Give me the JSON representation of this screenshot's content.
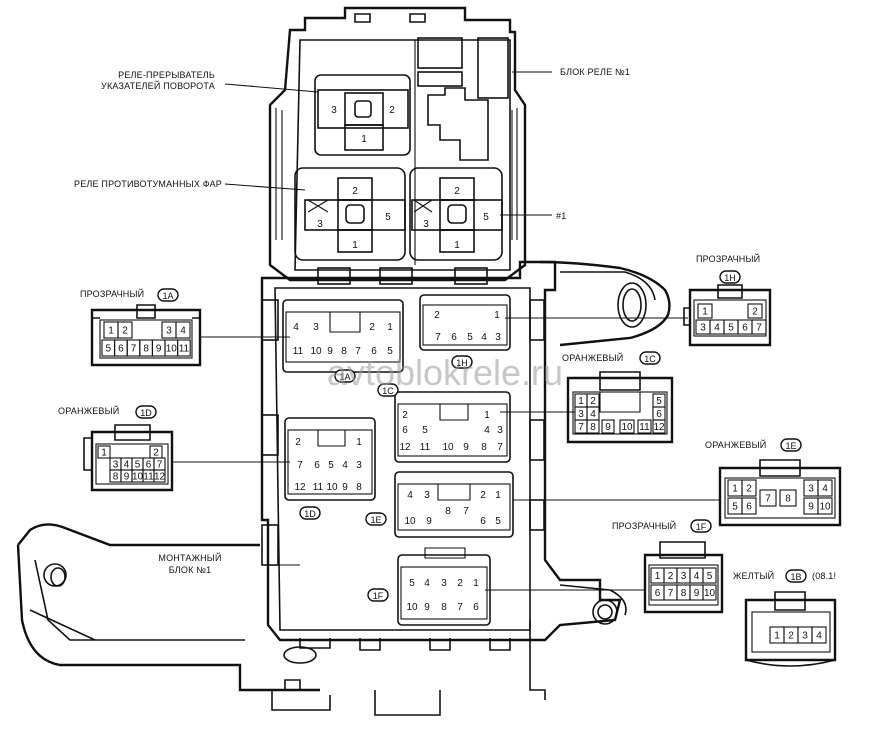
{
  "labels": {
    "turn_relay_1": "РЕЛЕ-ПРЕРЫВАТЕЛЬ",
    "turn_relay_2": "УКАЗАТЕЛЕЙ ПОВОРОТА",
    "relay_block": "БЛОК РЕЛЕ №1",
    "fog_relay": "РЕЛЕ ПРОТИВОТУМАННЫХ ФАР",
    "relay_1": "#1",
    "junction_1": "МОНТАЖНЫЙ",
    "junction_2": "БЛОК №1",
    "transparent": "ПРОЗРАЧНЫЙ",
    "orange": "ОРАНЖЕВЫЙ",
    "yellow": "ЖЕЛТЫЙ",
    "yellow_note": "(08.1!"
  },
  "tags": {
    "c1A": "1A",
    "c1H": "1H",
    "c1C": "1C",
    "c1D": "1D",
    "c1E": "1E",
    "c1F": "1F",
    "c1B": "1B"
  },
  "pins": {
    "turn_relay": [
      "3",
      "2",
      "1"
    ],
    "fog_relay": [
      "2",
      "3",
      "5",
      "1"
    ],
    "relay_no1": [
      "2",
      "3",
      "5",
      "1"
    ],
    "block_1A": [
      "4",
      "3",
      "2",
      "1",
      "11",
      "10",
      "9",
      "8",
      "7",
      "6",
      "5"
    ],
    "block_1H": [
      "2",
      "1",
      "7",
      "6",
      "5",
      "4",
      "3"
    ],
    "block_1C": [
      "2",
      "1",
      "6",
      "5",
      "4",
      "3",
      "12",
      "11",
      "10",
      "9",
      "8",
      "7"
    ],
    "block_1D": [
      "2",
      "1",
      "7",
      "6",
      "5",
      "4",
      "3",
      "12",
      "11",
      "10",
      "9",
      "8"
    ],
    "block_1E": [
      "4",
      "3",
      "2",
      "1",
      "10",
      "9",
      "8",
      "7",
      "6",
      "5"
    ],
    "block_1F": [
      "5",
      "4",
      "3",
      "2",
      "1",
      "10",
      "9",
      "8",
      "7",
      "6"
    ],
    "conn_1A": [
      "1",
      "2",
      "3",
      "4",
      "5",
      "6",
      "7",
      "8",
      "9",
      "10",
      "11"
    ],
    "conn_1H": [
      "1",
      "2",
      "3",
      "4",
      "5",
      "6",
      "7"
    ],
    "conn_1C": [
      "1",
      "2",
      "3",
      "4",
      "5",
      "6",
      "7",
      "8",
      "9",
      "10",
      "11",
      "12"
    ],
    "conn_1D": [
      "1",
      "2",
      "3",
      "4",
      "5",
      "6",
      "7",
      "8",
      "9",
      "10",
      "11",
      "12"
    ],
    "conn_1E": [
      "1",
      "2",
      "3",
      "4",
      "5",
      "6",
      "7",
      "8",
      "9",
      "10"
    ],
    "conn_1F": [
      "1",
      "2",
      "3",
      "4",
      "5",
      "6",
      "7",
      "8",
      "9",
      "10"
    ],
    "conn_1B": [
      "1",
      "2",
      "3",
      "4"
    ]
  },
  "watermark": "avtoblokrele.ru"
}
